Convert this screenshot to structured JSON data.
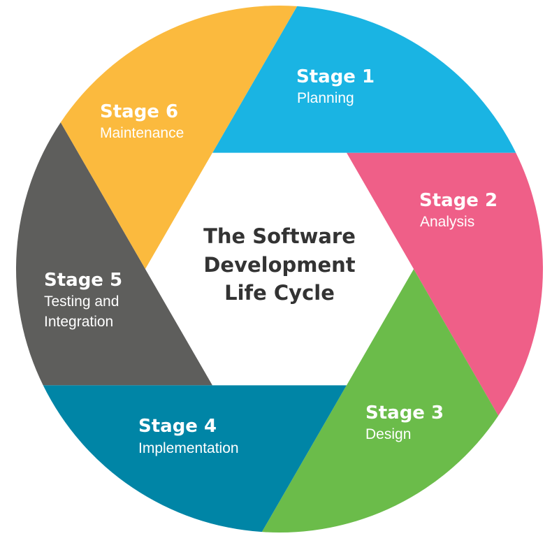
{
  "diagram": {
    "type": "cycle",
    "title_lines": [
      "The Software",
      "Development",
      "Life Cycle"
    ],
    "title_color": "#333333",
    "text_color": "#ffffff",
    "stages": [
      {
        "number": 1,
        "title": "Stage 1",
        "lines": [
          "Planning"
        ],
        "color": "#1AB4E3"
      },
      {
        "number": 2,
        "title": "Stage 2",
        "lines": [
          "Analysis"
        ],
        "color": "#EF5F88"
      },
      {
        "number": 3,
        "title": "Stage 3",
        "lines": [
          "Design"
        ],
        "color": "#6BBC4A"
      },
      {
        "number": 4,
        "title": "Stage 4",
        "lines": [
          "Implementation"
        ],
        "color": "#0085A6"
      },
      {
        "number": 5,
        "title": "Stage 5",
        "lines": [
          "Testing and",
          "Integration"
        ],
        "color": "#5E5E5C"
      },
      {
        "number": 6,
        "title": "Stage 6",
        "lines": [
          "Maintenance"
        ],
        "color": "#FBBA3E"
      }
    ]
  }
}
